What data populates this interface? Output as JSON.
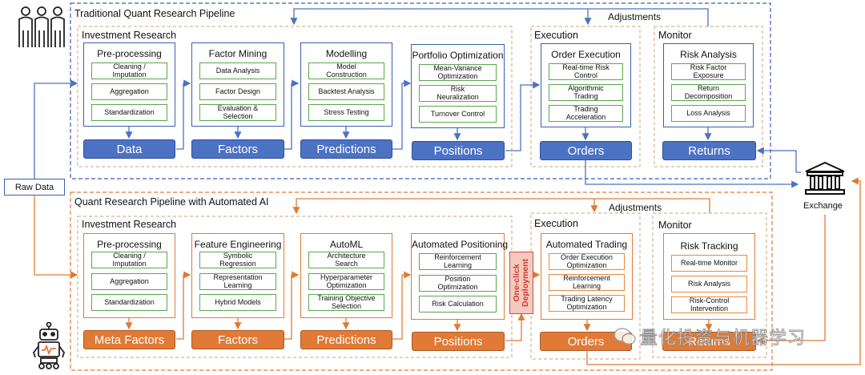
{
  "top": {
    "title": "Traditional Quant Research Pipeline",
    "adjustments": "Adjustments",
    "investment_research": "Investment Research",
    "execution": "Execution",
    "monitor": "Monitor",
    "stages": [
      {
        "title": "Pre-processing",
        "items": [
          "Cleaning /\nImputation",
          "Aggregation",
          "Standardization"
        ],
        "output": "Data"
      },
      {
        "title": "Factor Mining",
        "items": [
          "Data Analysis",
          "Factor Design",
          "Evaluation &\nSelection"
        ],
        "output": "Factors"
      },
      {
        "title": "Modelling",
        "items": [
          "Model\nConstruction",
          "Backtest Analysis",
          "Stress Testing"
        ],
        "output": "Predictions"
      },
      {
        "title": "Portfolio Optimization",
        "items": [
          "Mean-Variance\nOptimization",
          "Risk\nNeuralization",
          "Turnover Control"
        ],
        "output": "Positions"
      },
      {
        "title": "Order Execution",
        "items": [
          "Real-time Risk\nControl",
          "Algorithmic\nTrading",
          "Trading\nAcceleration"
        ],
        "output": "Orders"
      },
      {
        "title": "Risk Analysis",
        "items": [
          "Risk Factor\nExposure",
          "Return\nDecomposition",
          "Loss Analysis"
        ],
        "output": "Returns"
      }
    ]
  },
  "bottom": {
    "title": "Quant Research Pipeline with Automated AI",
    "adjustments": "Adjustments",
    "investment_research": "Investment Research",
    "execution": "Execution",
    "monitor": "Monitor",
    "deployment": "One-click\nDeployment",
    "stages": [
      {
        "title": "Pre-processing",
        "items": [
          "Cleaning /\nImputation",
          "Aggregation",
          "Standardization"
        ],
        "output": "Meta Factors"
      },
      {
        "title": "Feature Engineering",
        "items": [
          "Symbolic\nRegression",
          "Representation\nLearning",
          "Hybrid Models"
        ],
        "output": "Factors"
      },
      {
        "title": "AutoML",
        "items": [
          "Architecture\nSearch",
          "Hyperparameter\nOptimization",
          "Training Objective\nSelection"
        ],
        "output": "Predictions"
      },
      {
        "title": "Automated Positioning",
        "items": [
          "Reinforcement\nLearning",
          "Position\nOptimization",
          "Risk Calculation"
        ],
        "output": "Positions"
      },
      {
        "title": "Automated Trading",
        "items": [
          "Order Execution\nOptimization",
          "Reinforcement\nLearning",
          "Trading Latency\nOptimization"
        ],
        "output": "Orders"
      },
      {
        "title": "Risk Tracking",
        "items": [
          "Real-time Monitor",
          "Risk Analysis",
          "Risk-Control\nIntervention"
        ],
        "output": "Returns"
      }
    ]
  },
  "raw_data": "Raw Data",
  "exchange": "Exchange",
  "watermark": "量化投资与机器学习",
  "colors": {
    "blue": "#4c72c4",
    "orange": "#e07a36",
    "green": "#5aa84c",
    "dashed_brown": "#c8a47a"
  }
}
